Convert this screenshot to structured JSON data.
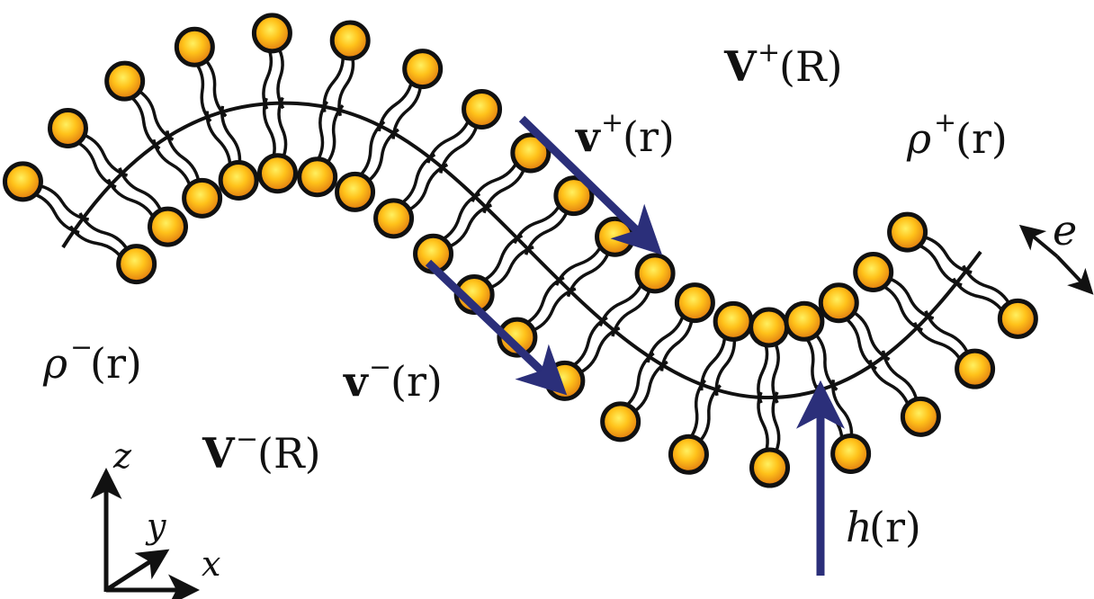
{
  "labels": {
    "V_plus": {
      "main": "V",
      "sup": "+",
      "arg": "(R)"
    },
    "V_minus": {
      "main": "V",
      "sup": "−",
      "arg": "(R)"
    },
    "v_plus": {
      "main": "v",
      "sup": "+",
      "arg": "(r)"
    },
    "v_minus": {
      "main": "v",
      "sup": "−",
      "arg": "(r)"
    },
    "rho_plus": {
      "main": "ρ",
      "sup": "+",
      "arg": "(r)"
    },
    "rho_minus": {
      "main": "ρ",
      "sup": "−",
      "arg": "(r)"
    },
    "h": {
      "main": "h",
      "arg": "(r)"
    },
    "e": "e",
    "axis_z": "z",
    "axis_y": "y",
    "axis_x": "x"
  },
  "colors": {
    "arrow": "#2b2f7a",
    "head_outer": "#e07a10",
    "head_inner": "#fff060",
    "stroke": "#111111"
  }
}
